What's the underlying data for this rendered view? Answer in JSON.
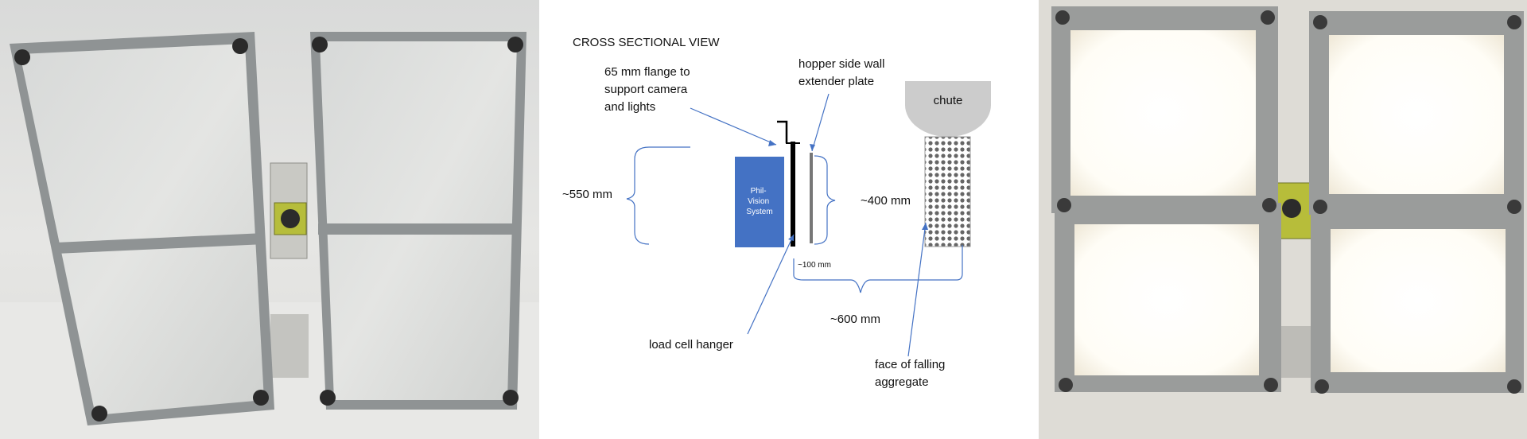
{
  "diagram": {
    "title": "CROSS SECTIONAL VIEW",
    "flange_label": [
      "65 mm flange to",
      "support camera",
      "and lights"
    ],
    "extender_label": [
      "hopper side wall",
      "extender plate"
    ],
    "chute_label": "chute",
    "dim_550": "~550 mm",
    "dim_400": "~400 mm",
    "dim_100": "~100 mm",
    "dim_600": "~600 mm",
    "system_label": [
      "Phil-",
      "Vision",
      "System"
    ],
    "hanger_label": "load cell hanger",
    "aggregate_label": [
      "face of falling",
      "aggregate"
    ]
  },
  "colors": {
    "system_box": "#4472c4",
    "leader_line": "#4472c4",
    "chute_fill": "#cccccc"
  }
}
